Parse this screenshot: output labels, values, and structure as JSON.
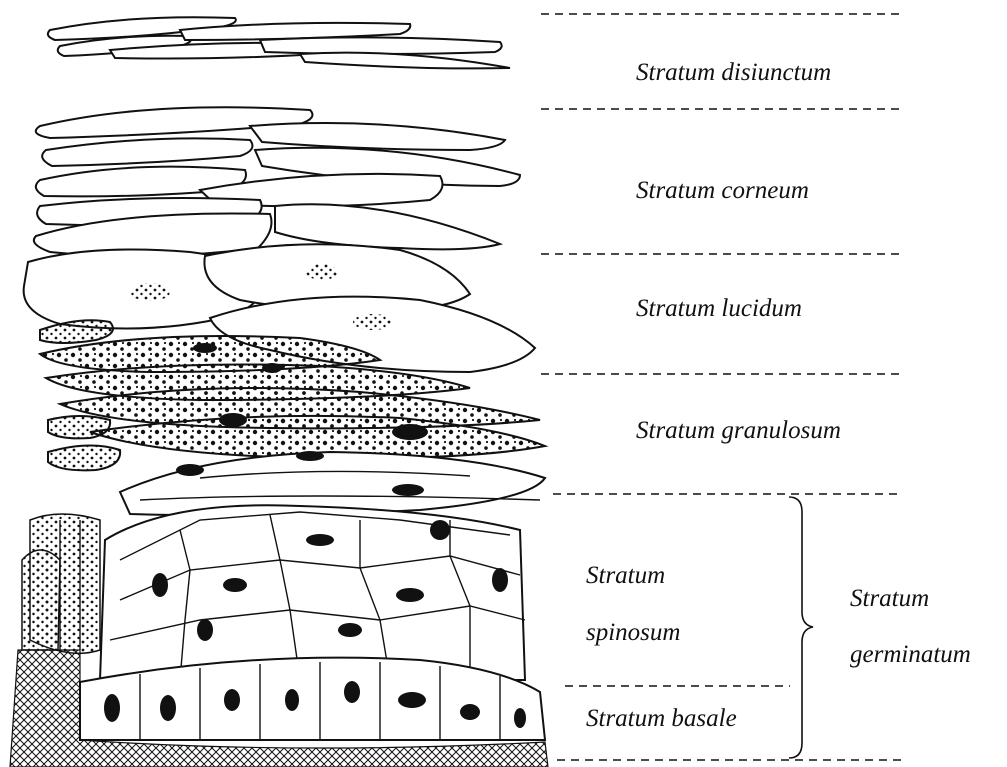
{
  "labels": {
    "disiunctum": "Stratum disiunctum",
    "corneum": "Stratum corneum",
    "lucidum": "Stratum lucidum",
    "granulosum": "Stratum granulosum",
    "spinosum_1": "Stratum",
    "spinosum_2": "spinosum",
    "basale": "Stratum basale",
    "germinatum_1": "Stratum",
    "germinatum_2": "germinatum"
  }
}
